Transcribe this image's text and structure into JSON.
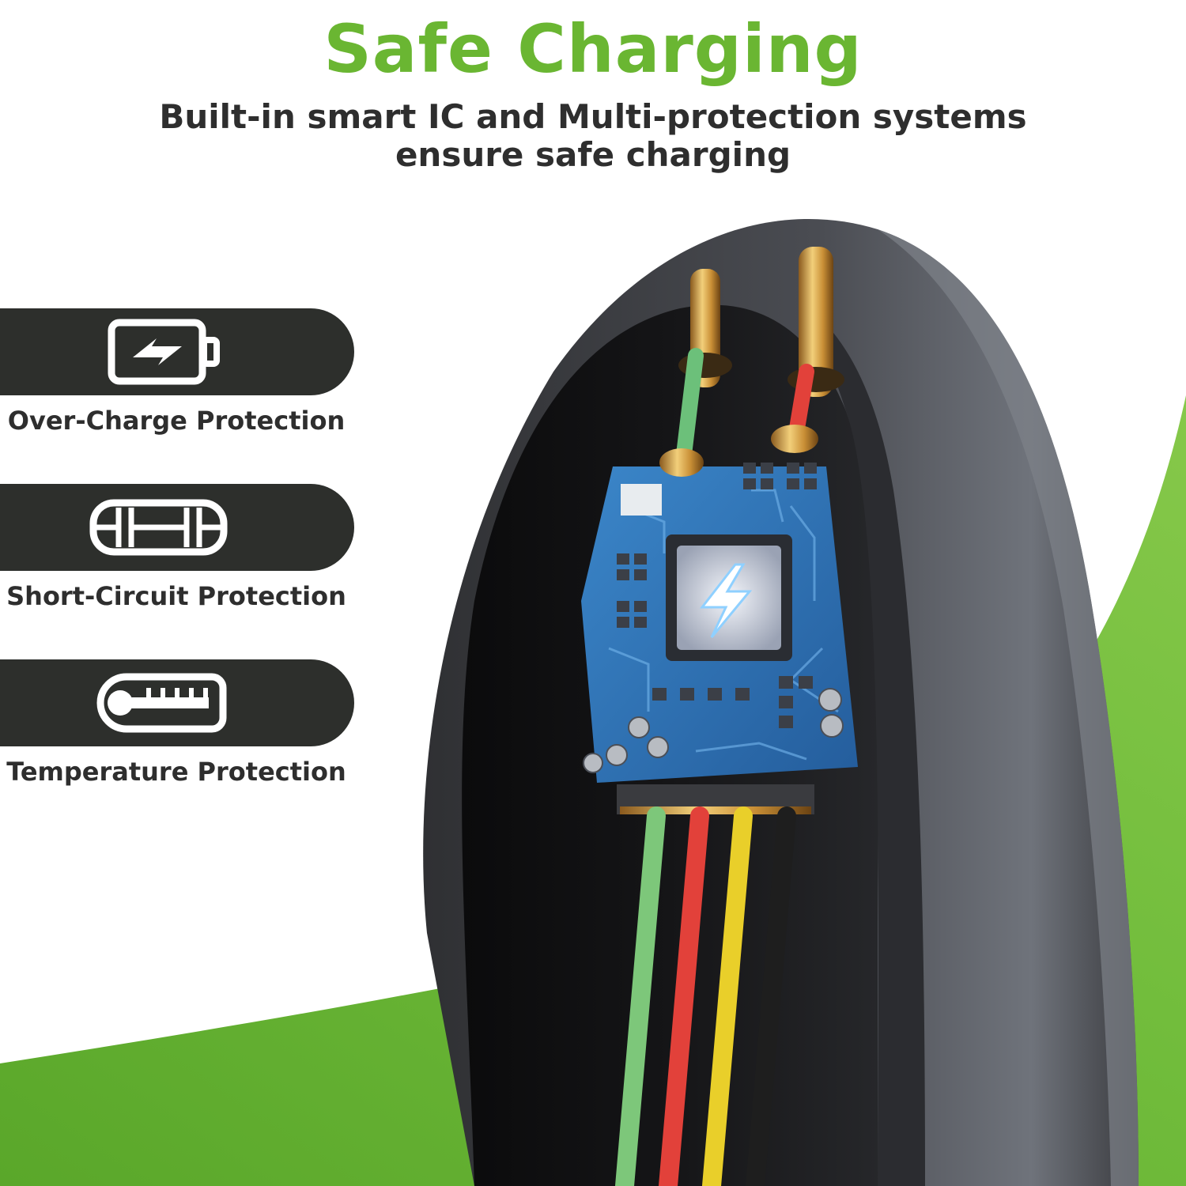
{
  "headline": "Safe Charging",
  "subheadline": {
    "line1": "Built-in smart IC and Multi-protection systems",
    "line2": "ensure safe charging"
  },
  "features": [
    {
      "label": "Over-Charge Protection",
      "icon": "battery-charging-icon"
    },
    {
      "label": "Short-Circuit Protection",
      "icon": "circuit-fuse-icon"
    },
    {
      "label": "Temperature Protection",
      "icon": "thermometer-icon"
    }
  ],
  "colors": {
    "accent_green": "#6ab632",
    "pill_dark": "#2d2f2c",
    "text_dark": "#2e2e2e",
    "pcb_blue": "#2f6fb0",
    "wire_green": "#7dc77a",
    "wire_red": "#e2413a",
    "wire_yellow": "#e9cf2a",
    "wire_black": "#1e1e1e"
  }
}
